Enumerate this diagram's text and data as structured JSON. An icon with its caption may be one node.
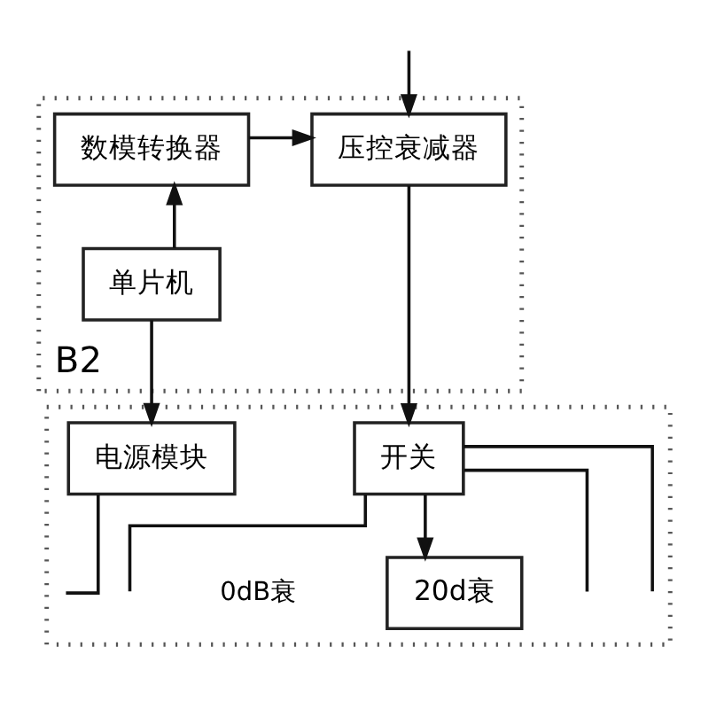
{
  "diagram": {
    "nodes": [
      {
        "text": [
          "B2"
        ]
      },
      {
        "text": [
          "压控衰减器"
        ],
        "in": 0
      },
      {
        "text": [
          "数模转换器"
        ],
        "in": 0
      },
      {
        "text": [
          "单片机"
        ],
        "in": 0
      },
      {
        "text": [],
        "shape": "box"
      },
      {
        "text": [
          "开关"
        ],
        "in": 4
      },
      {
        "text": [
          "电源模块"
        ],
        "in": 4
      },
      {
        "text": [
          "20d衰"
        ],
        "in": 4
      }
    ],
    "edges": [
      {
        "from": null,
        "to": 1,
        "arrow": "to"
      },
      {
        "from": 2,
        "to": 1,
        "arrow": "to"
      },
      {
        "from": 3,
        "to": 2,
        "arrow": "to"
      },
      {
        "from": 1,
        "to": 5,
        "arrow": "to"
      },
      {
        "from": 3,
        "to": 6,
        "arrow": "to"
      },
      {
        "from": 5,
        "to": 7,
        "arrow": "to"
      },
      {
        "from": 5,
        "to": null,
        "arrow": "none"
      },
      {
        "from": 5,
        "to": null,
        "arrow": "none"
      },
      {
        "from": 5,
        "to": null,
        "arrow": "none"
      },
      {
        "from": 6,
        "to": null,
        "arrow": "none"
      }
    ],
    "labels": [
      "0dB衰"
    ]
  }
}
